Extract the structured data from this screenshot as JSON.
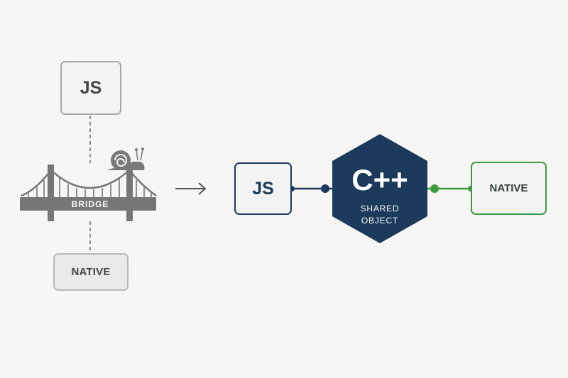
{
  "legacy": {
    "js_label": "JS",
    "native_label": "NATIVE",
    "bridge_label": "BRIDGE"
  },
  "jsi": {
    "js_label": "JS",
    "cpp_label": "C++",
    "shared_label_line1": "SHARED",
    "shared_label_line2": "OBJECT",
    "native_label": "NATIVE"
  },
  "icons": {
    "snail": "snail-icon",
    "arrow": "arrow-right-icon",
    "bridge": "suspension-bridge-icon"
  },
  "colors": {
    "background": "#f7f6f4",
    "legacy_gray": "#7a7a7a",
    "navy": "#1b3a5c",
    "green": "#3f9a3f"
  }
}
